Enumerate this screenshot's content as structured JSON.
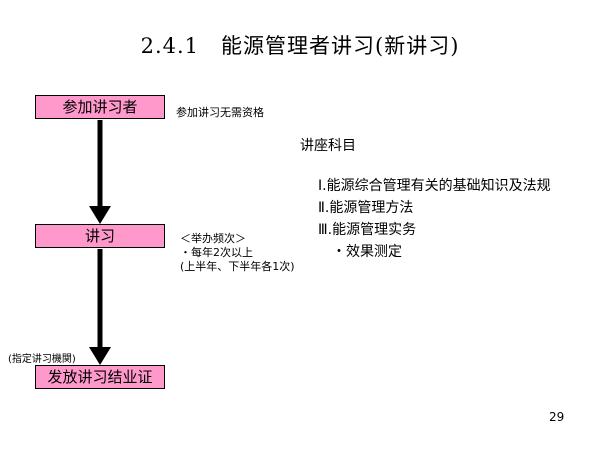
{
  "title": "2.4.1　能源管理者讲习(新讲习)",
  "flow": {
    "step1": "参加讲习者",
    "step1_note": "参加讲习无需资格",
    "step2": "讲习",
    "step2_notes": [
      "＜举办频次＞",
      "・每年2次以上",
      "(上半年、下半年各1次)"
    ],
    "step3_label": "(指定讲习機関)",
    "step3": "发放讲习结业证"
  },
  "courses": {
    "heading": "讲座科目",
    "items": [
      "Ⅰ.能源综合管理有关的基础知识及法规",
      "Ⅱ.能源管理方法",
      "Ⅲ.能源管理实务",
      "　・效果测定"
    ]
  },
  "page_number": "29",
  "colors": {
    "box_fill": "#ff99cc",
    "arrow": "#000000"
  }
}
